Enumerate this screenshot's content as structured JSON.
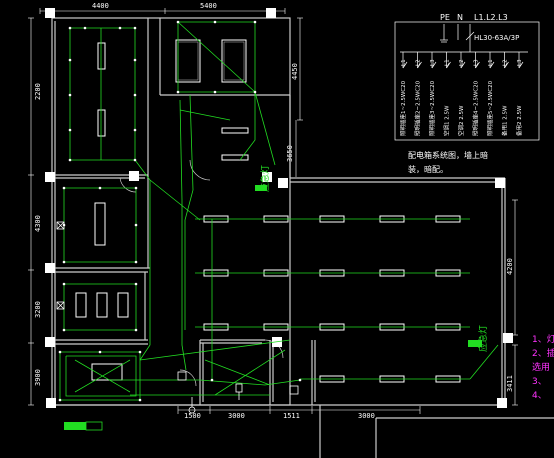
{
  "dimensions_top": [
    "4400",
    "5400"
  ],
  "dimensions_left": [
    "2200",
    "4300",
    "3200",
    "3900"
  ],
  "dimension_right_top": "4450",
  "dimension_mid": "3650",
  "dimension_right": [
    "4200",
    "3411"
  ],
  "dimensions_bottom": [
    "1500",
    "3000",
    "1511",
    "3000"
  ],
  "panel": {
    "phase_labels": [
      "PE",
      "N",
      "L1.L2.L3"
    ],
    "main_breaker": "HL30-63A/3P",
    "circuit_ids": [
      "L1",
      "L2",
      "L3",
      "L1",
      "L2",
      "L3",
      "L1",
      "L2",
      "L3"
    ],
    "circuit_labels": [
      "照明插座1~2.5WC20",
      "照明插座2~2.5WC20",
      "照明插座3~2.5WC20",
      "空调1 2.5W",
      "空调2 2.5W",
      "照明插座4~2.5WC20",
      "照明插座5~2.5WC20",
      "备用1 2.5W",
      "备用2 2.5W"
    ],
    "note_line1": "配电箱系统图，墙上暗",
    "note_line2": "装，暗配。"
  },
  "lamp_label_left": "应急灯",
  "lamp_label_right": "应急灯",
  "side_notes": [
    "1、灯",
    "2、插",
    "选用",
    "3、",
    "4、"
  ],
  "colors": {
    "background": "#000000",
    "wall": "#cccccc",
    "wiring": "#22dd22",
    "fixture": "#ffffff",
    "note": "#ff33ff"
  }
}
